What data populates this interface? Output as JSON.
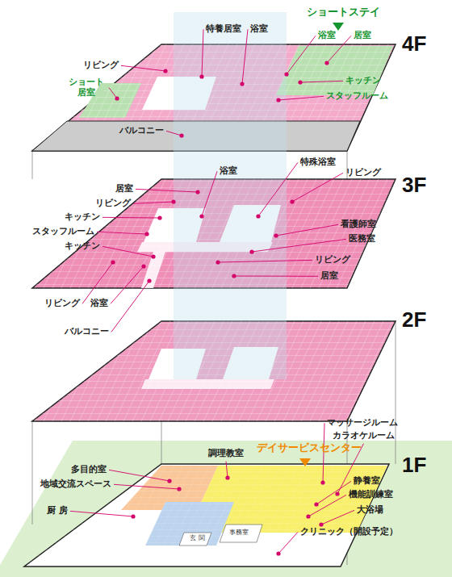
{
  "diagram": {
    "labels": [
      "ショートステイ",
      "特養居室",
      "浴室",
      "浴室",
      "居室",
      "4F",
      "リビング",
      "ショート 居室",
      "キッチン",
      "スタッフルーム",
      "バルコニー",
      "浴室",
      "特殊浴室",
      "リビング",
      "居室",
      "3F",
      "リビング",
      "キッチン",
      "スタッフルーム",
      "キッチン",
      "看護師室",
      "医務室",
      "リビング",
      "居室",
      "リビング",
      "浴室",
      "バルコニー",
      "2F",
      "マッサージルーム",
      "カラオケルーム",
      "調理教室",
      "デイサービスセンター",
      "多目的室",
      "地域交流スペース",
      "静養室",
      "機能訓練室",
      "1F",
      "厨 房",
      "大浴場",
      "クリニック（開設予定）",
      "玄 関",
      "事務室"
    ]
  }
}
